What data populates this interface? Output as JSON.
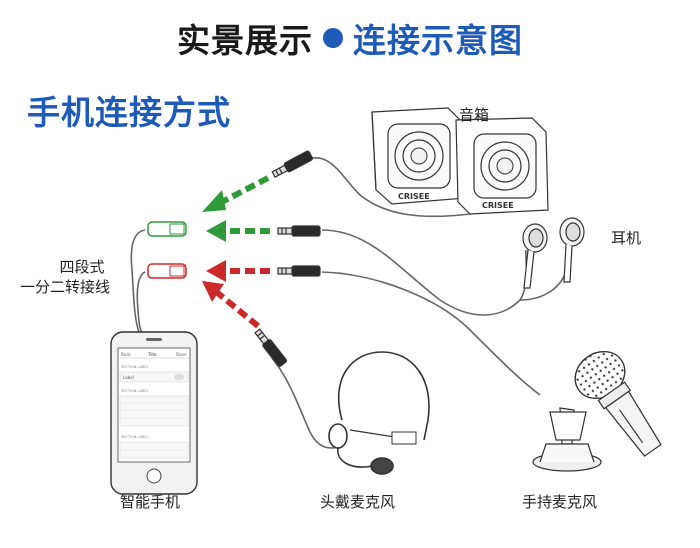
{
  "header": {
    "title_left": "实景展示",
    "title_right": "连接示意图",
    "accent_color": "#1e5bb8"
  },
  "subtitle": "手机连接方式",
  "labels": {
    "speaker": "音箱",
    "earphone": "耳机",
    "splitter_line1": "四段式",
    "splitter_line2": "一分二转接线",
    "phone": "智能手机",
    "headset_mic": "头戴麦克风",
    "handheld_mic": "手持麦克风"
  },
  "speaker_brand": "CRISEE",
  "phone_screen": {
    "top_back": "Back",
    "top_title": "Title",
    "top_done": "Done",
    "section1": "SECTION LABEL",
    "row_label": "Label",
    "section2": "SECTION LABEL",
    "section3": "SECTION LABEL"
  },
  "arrow_colors": {
    "green": "#2e9a3a",
    "red": "#cc2a2a"
  },
  "icons": [
    "speaker-icon",
    "earphone-icon",
    "splitter-cable-icon",
    "smartphone-icon",
    "headset-mic-icon",
    "handheld-mic-icon",
    "plug-icon",
    "arrow-icon"
  ]
}
